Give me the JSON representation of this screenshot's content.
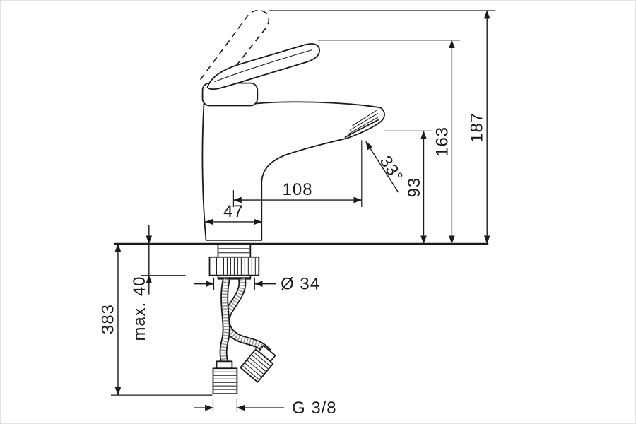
{
  "canvas": {
    "background": "#ffffff",
    "line_color": "#1a1a1a",
    "border_color": "#e3e3e3"
  },
  "drawing": {
    "kind": "technical dimension drawing of a single-lever basin mixer tap, side elevation with supply hoses",
    "labels": {
      "total_height": "187",
      "height_to_spout_tip": "163",
      "outlet_height_above_deck": "93",
      "spout_reach": "108",
      "base_width": "47",
      "outlet_angle": "33°",
      "hole_diameter": "Ø 34",
      "max_deck_thickness": "max. 40",
      "connection_length": "383",
      "connection_thread": "G 3/8"
    }
  }
}
